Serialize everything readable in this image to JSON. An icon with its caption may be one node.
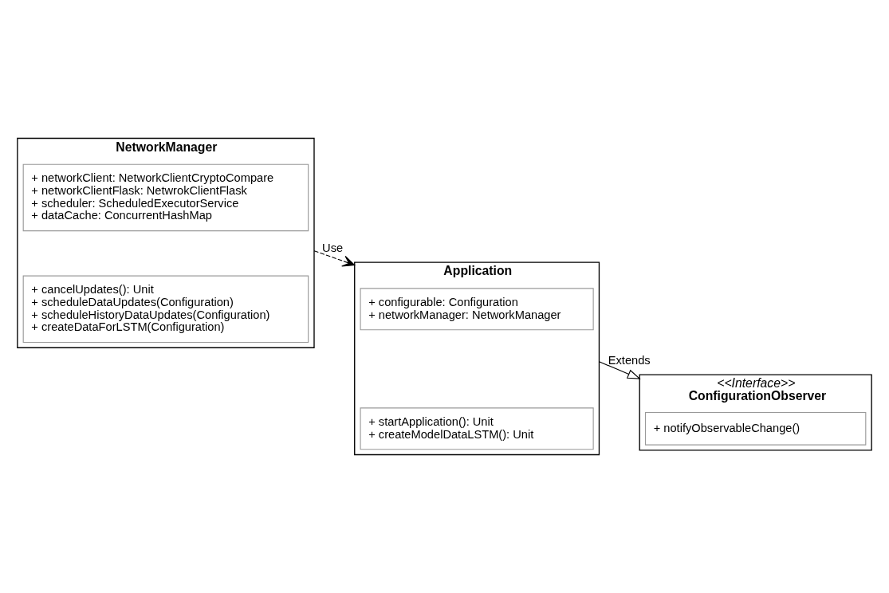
{
  "diagram": {
    "nodes": [
      {
        "text": [
          "<<Interface>>",
          "ConfigurationObserver"
        ]
      },
      {
        "text": [
          "+ notifyObservableChange()"
        ],
        "in": 0
      },
      {
        "text": [
          "Application"
        ]
      },
      {
        "text": [
          "+ configurable: Configuration",
          "+ networkManager: NetworkManager"
        ],
        "in": 2
      },
      {
        "text": [
          "+ startApplication(): Unit",
          "+ createModelDataLSTM(): Unit"
        ],
        "in": 2
      },
      {
        "text": [
          "NetworkManager"
        ]
      },
      {
        "text": [
          "+ networkClient: NetworkClientCryptoCompare",
          "+ networkClientFlask: NetwrokClientFlask",
          "+ scheduler: ScheduledExecutorService",
          "+ dataCache: ConcurrentHashMap"
        ],
        "in": 5
      },
      {
        "text": [
          "+ cancelUpdates(): Unit",
          "+ scheduleDataUpdates(Configuration)",
          "+ scheduleHistoryDataUpdates(Configuration)",
          "+ createDataForLSTM(Configuration)"
        ],
        "in": 5
      }
    ],
    "edges": [
      {
        "from": 2,
        "to": 0,
        "arrow": "to",
        "label": "Extends"
      },
      {
        "from": 5,
        "to": 2,
        "arrow": "to",
        "label": "Use",
        "style": "dashed"
      }
    ]
  }
}
